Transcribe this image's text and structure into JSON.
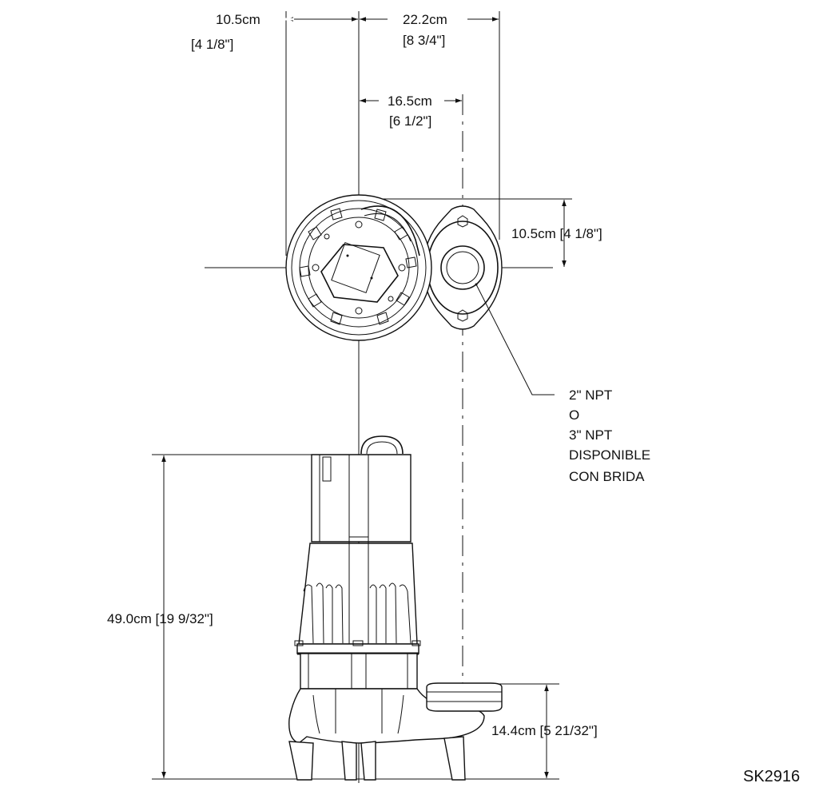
{
  "dimensions": {
    "top_left_cm": "10.5cm",
    "top_left_in": "[4 1/8\"]",
    "top_right_cm": "22.2cm",
    "top_right_in": "[8 3/4\"]",
    "mid_cm": "16.5cm",
    "mid_in": "[6 1/2\"]",
    "plan_height": "10.5cm [4 1/8\"]",
    "overall_height": "49.0cm [19 9/32\"]",
    "discharge_height": "14.4cm [5 21/32\"]"
  },
  "callout": {
    "lines": [
      "2\" NPT",
      "O",
      "3\" NPT",
      "DISPONIBLE",
      "CON BRIDA"
    ]
  },
  "drawing_number": "SK2916"
}
